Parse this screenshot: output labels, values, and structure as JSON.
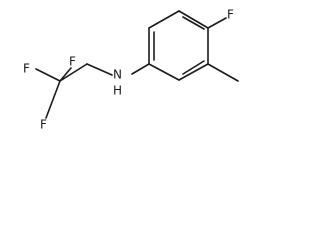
{
  "molecule": {
    "atoms": {
      "f_ring": "F",
      "nh": "N",
      "nh_h": "H",
      "f_cf3_top_left": "F",
      "f_cf3_top_right": "F",
      "f_cf3_bottom": "F"
    }
  }
}
